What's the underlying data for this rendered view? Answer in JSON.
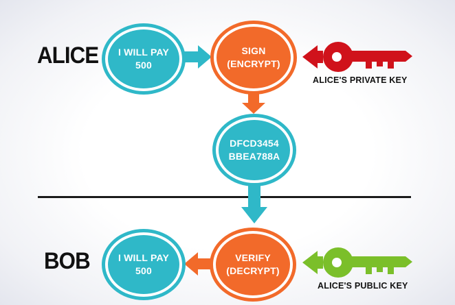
{
  "diagram": {
    "alice_label": "ALICE",
    "bob_label": "BOB",
    "alice_message": [
      "I WILL PAY",
      "500"
    ],
    "sign_step": [
      "SIGN",
      "(ENCRYPT)"
    ],
    "signature": [
      "DFCD3454",
      "BBEA788A"
    ],
    "verify_step": [
      "VERIFY",
      "(DECRYPT)"
    ],
    "bob_message": [
      "I WILL PAY",
      "500"
    ],
    "private_key_label": "ALICE'S PRIVATE KEY",
    "public_key_label": "ALICE'S PUBLIC KEY"
  },
  "colors": {
    "teal": "#2fb8c8",
    "orange": "#f26a2a",
    "private_key": "#d0121b",
    "public_key": "#7bbf2a"
  },
  "icons": [
    "right-arrow-icon",
    "down-arrow-icon",
    "left-arrow-icon",
    "private-key-icon",
    "public-key-icon"
  ]
}
